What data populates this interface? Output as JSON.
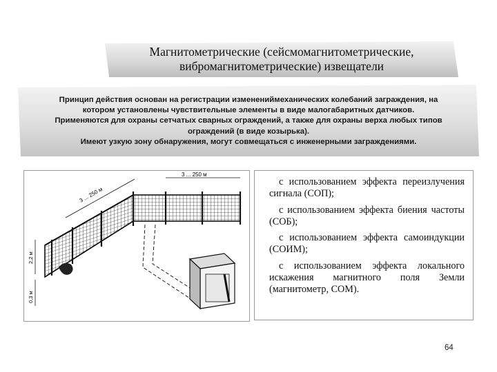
{
  "slide": {
    "title_line1": "Магнитометрические (сейсмомагнитометрические,",
    "title_line2": "вибромагнитометрические) извещатели",
    "description": [
      "Принцип действия основан на регистрации изменениймеханических колебаний заграждения, на",
      "котором установлены чувствительные элементы в виде малогабаритных датчиков.",
      "Применяются для охраны сетчатых сварных ограждений, а также для охраны верха любых типов",
      "ограждений (в виде козырька).",
      "Имеют узкую зону обнаружения, могут совмещаться с инженерными заграждениями."
    ],
    "figure_labels": {
      "span_front": "3 ... 250 м",
      "span_side": "3 ... 250 м",
      "height_top": "2,2 м",
      "height_bottom": "0,3 м"
    },
    "methods": [
      "с использованием эффекта переизлучения сигнала (СОП);",
      "с использованием эффекта биения частоты (СОБ);",
      "с использованием эффекта самоиндукции (СОИМ);",
      "с использованием эффекта локального искажения магнитного поля Земли (магнитометр, СОМ)."
    ],
    "page_number": "64"
  },
  "colors": {
    "box_light": "#f2f2f2",
    "box_dark": "#bdbdbd",
    "frame": "#9a9a9a"
  }
}
